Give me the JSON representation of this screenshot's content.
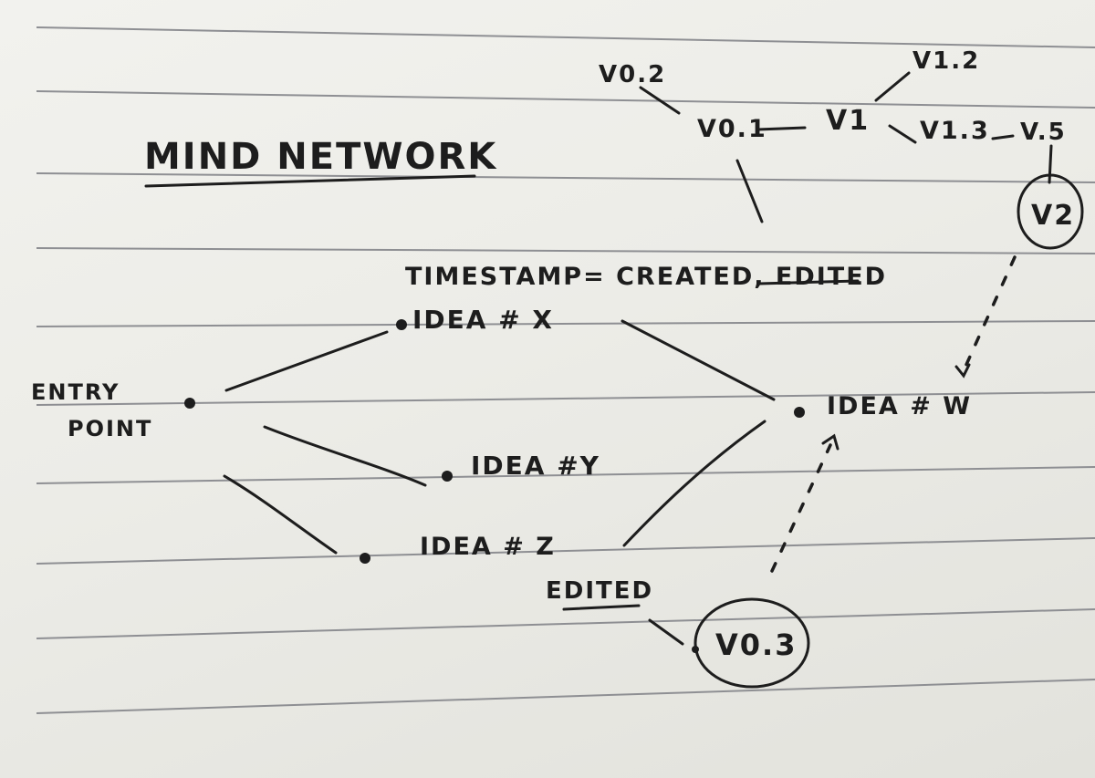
{
  "title": "MIND NETWORK",
  "timestamp_label": "TIMESTAMP= CREATED, EDITED",
  "entry_point": [
    "ENTRY",
    "POINT"
  ],
  "ideas": {
    "x": "IDEA # X",
    "y": "IDEA #Y",
    "z": "IDEA # Z",
    "w": "IDEA # W"
  },
  "versions": {
    "v02": "V0.2",
    "v01": "V0.1",
    "v1": "V1",
    "v12": "V1.2",
    "v13": "V1.3",
    "v5": "V.5",
    "v2": "V2",
    "v03": "V0.3"
  },
  "edited_label": "EDITED",
  "colors": {
    "ink": "#1d1d1d",
    "paper": "#efefeb",
    "ruled_line": "#8e8f93"
  }
}
